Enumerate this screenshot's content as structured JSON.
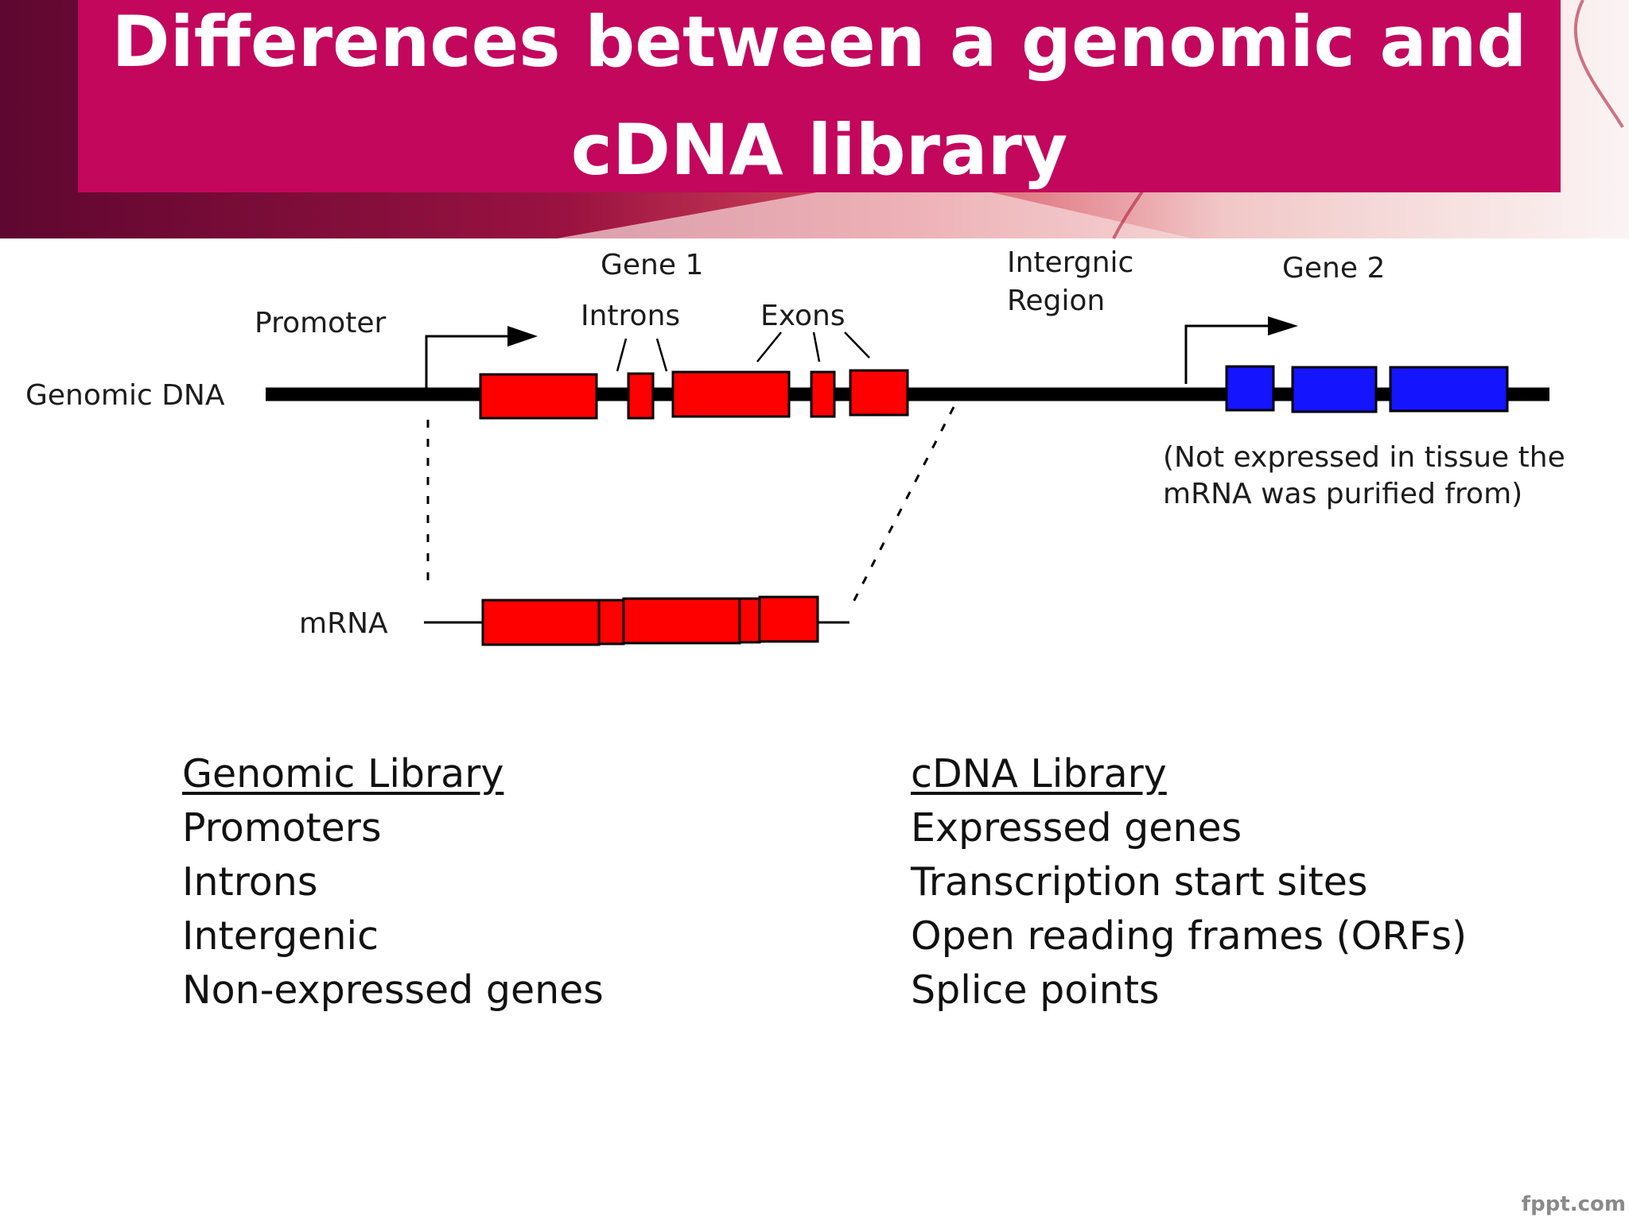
{
  "slide": {
    "title_line1": "Differences between a genomic and",
    "title_line2": "cDNA library",
    "footer": "fppt.com"
  },
  "colors": {
    "title_banner": "#c2075d",
    "exon": "#ff0000",
    "gene2_exon": "#1414ff",
    "dna_line": "#000000"
  },
  "diagram": {
    "labels": {
      "gene1": "Gene 1",
      "introns": "Introns",
      "exons": "Exons",
      "intergenic_line1": "Intergnic",
      "intergenic_line2": "Region",
      "gene2": "Gene 2",
      "promoter": "Promoter",
      "genomic_dna": "Genomic DNA",
      "not_expressed_line1": "(Not expressed in tissue the",
      "not_expressed_line2": "mRNA was purified from)",
      "mrna": "mRNA"
    }
  },
  "columns": {
    "genomic": {
      "heading": "Genomic Library",
      "items": [
        "Promoters",
        "Introns",
        "Intergenic",
        "Non-expressed genes"
      ]
    },
    "cdna": {
      "heading": "cDNA Library",
      "items": [
        "Expressed genes",
        "Transcription start sites",
        "Open reading frames (ORFs)",
        "Splice points"
      ]
    }
  }
}
